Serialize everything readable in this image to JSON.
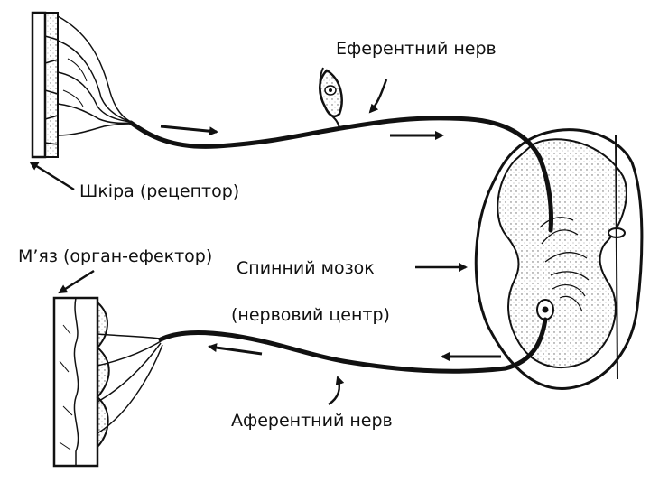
{
  "labels": {
    "efferent_nerve": "Еферентний нерв",
    "skin_receptor": "Шкіра (рецептор)",
    "muscle_effector": "М’яз (орган-ефектор)",
    "spinal_cord": "Спинний мозок",
    "nerve_center": "(нервовий центр)",
    "afferent_nerve": "Аферентний нерв"
  },
  "colors": {
    "ink": "#111111",
    "background": "#ffffff"
  }
}
